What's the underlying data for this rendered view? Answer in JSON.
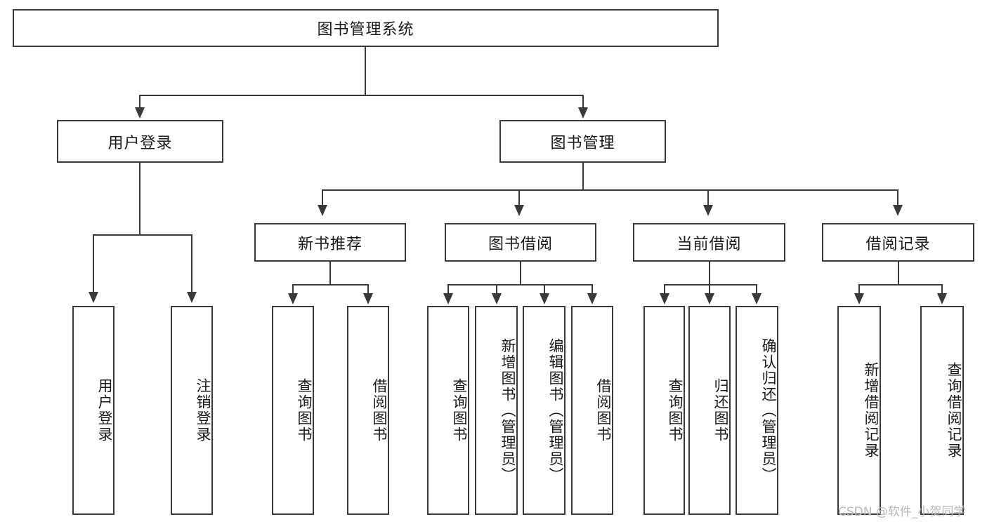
{
  "diagram": {
    "type": "hierarchy-tree",
    "title": "图书管理系统",
    "watermark": "CSDN @软件_小贺同学",
    "colors": {
      "stroke": "#3a3a3a",
      "fill": "#ffffff",
      "text": "#1a1a1a",
      "watermark": "#b9b9b9"
    },
    "levels": {
      "root": {
        "label": "图书管理系统"
      },
      "level2": [
        {
          "label": "用户登录"
        },
        {
          "label": "图书管理"
        }
      ],
      "level3": [
        {
          "label": "新书推荐"
        },
        {
          "label": "图书借阅"
        },
        {
          "label": "当前借阅"
        },
        {
          "label": "借阅记录"
        }
      ],
      "leaves_user_login": [
        {
          "label": "用户登录"
        },
        {
          "label": "注销登录"
        }
      ],
      "leaves_new_book": [
        {
          "label": "查询图书"
        },
        {
          "label": "借阅图书"
        }
      ],
      "leaves_borrow": [
        {
          "label": "查询图书"
        },
        {
          "label": "新增图书（管理员）"
        },
        {
          "label": "编辑图书（管理员）"
        },
        {
          "label": "借阅图书"
        }
      ],
      "leaves_current": [
        {
          "label": "查询图书"
        },
        {
          "label": "归还图书"
        },
        {
          "label": "确认归还（管理员）"
        }
      ],
      "leaves_records": [
        {
          "label": "新增借阅记录"
        },
        {
          "label": "查询借阅记录"
        }
      ]
    }
  }
}
